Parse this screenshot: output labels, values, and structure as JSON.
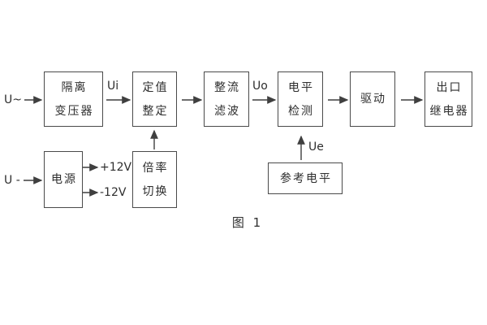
{
  "figure": {
    "caption": "图 1",
    "blocks": {
      "isolation_transformer": {
        "line1": "隔离",
        "line2": "变压器"
      },
      "setting_adjust": {
        "line1": "定值",
        "line2": "整定"
      },
      "rectify_filter": {
        "line1": "整流",
        "line2": "滤波"
      },
      "level_detect": {
        "line1": "电平",
        "line2": "检测"
      },
      "drive": {
        "line1": "驱动"
      },
      "output_relay": {
        "line1": "出口",
        "line2": "继电器"
      },
      "power_supply": {
        "line1": "电源"
      },
      "ratio_switch": {
        "line1": "倍率",
        "line2": "切换"
      },
      "reference_level": {
        "line1": "参考电平"
      }
    },
    "labels": {
      "ac_input": "U~",
      "dc_input": "U -",
      "ui": "Ui",
      "uo": "Uo",
      "ue": "Ue",
      "plus_12v": "+12V",
      "minus_12v": "-12V"
    },
    "colors": {
      "line": "#3f3f3f",
      "text": "#2e2e2e",
      "background": "#ffffff"
    }
  }
}
